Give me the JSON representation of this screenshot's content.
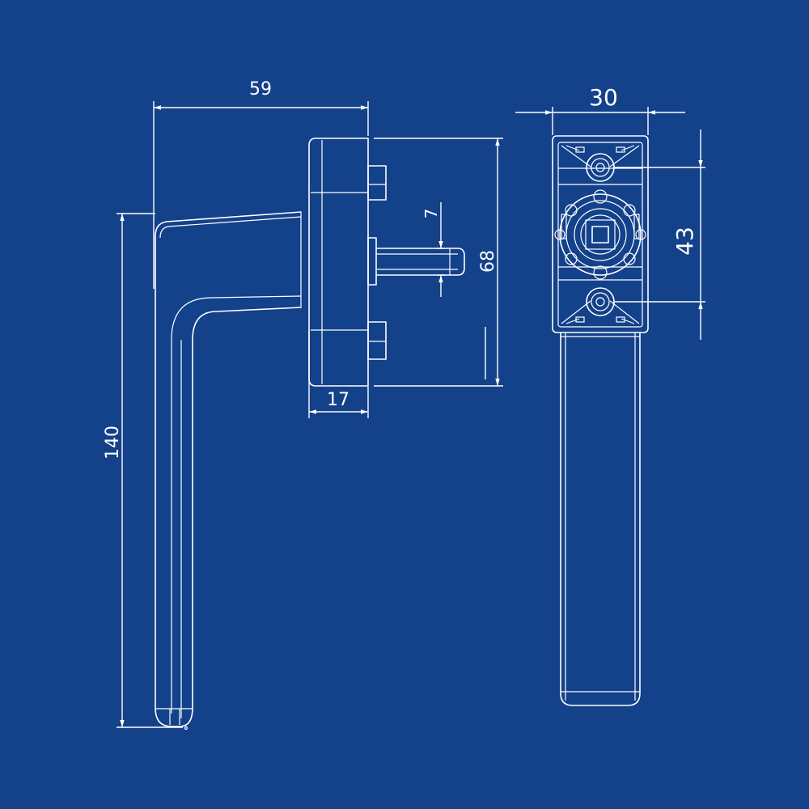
{
  "colors": {
    "background": "#13418a",
    "line": "#ffffff"
  },
  "dimensions": {
    "overall_depth": "59",
    "handle_length": "140",
    "rose_depth": "17",
    "rose_height": "68",
    "spindle_size": "7",
    "rose_width": "30",
    "screw_spacing": "43"
  }
}
